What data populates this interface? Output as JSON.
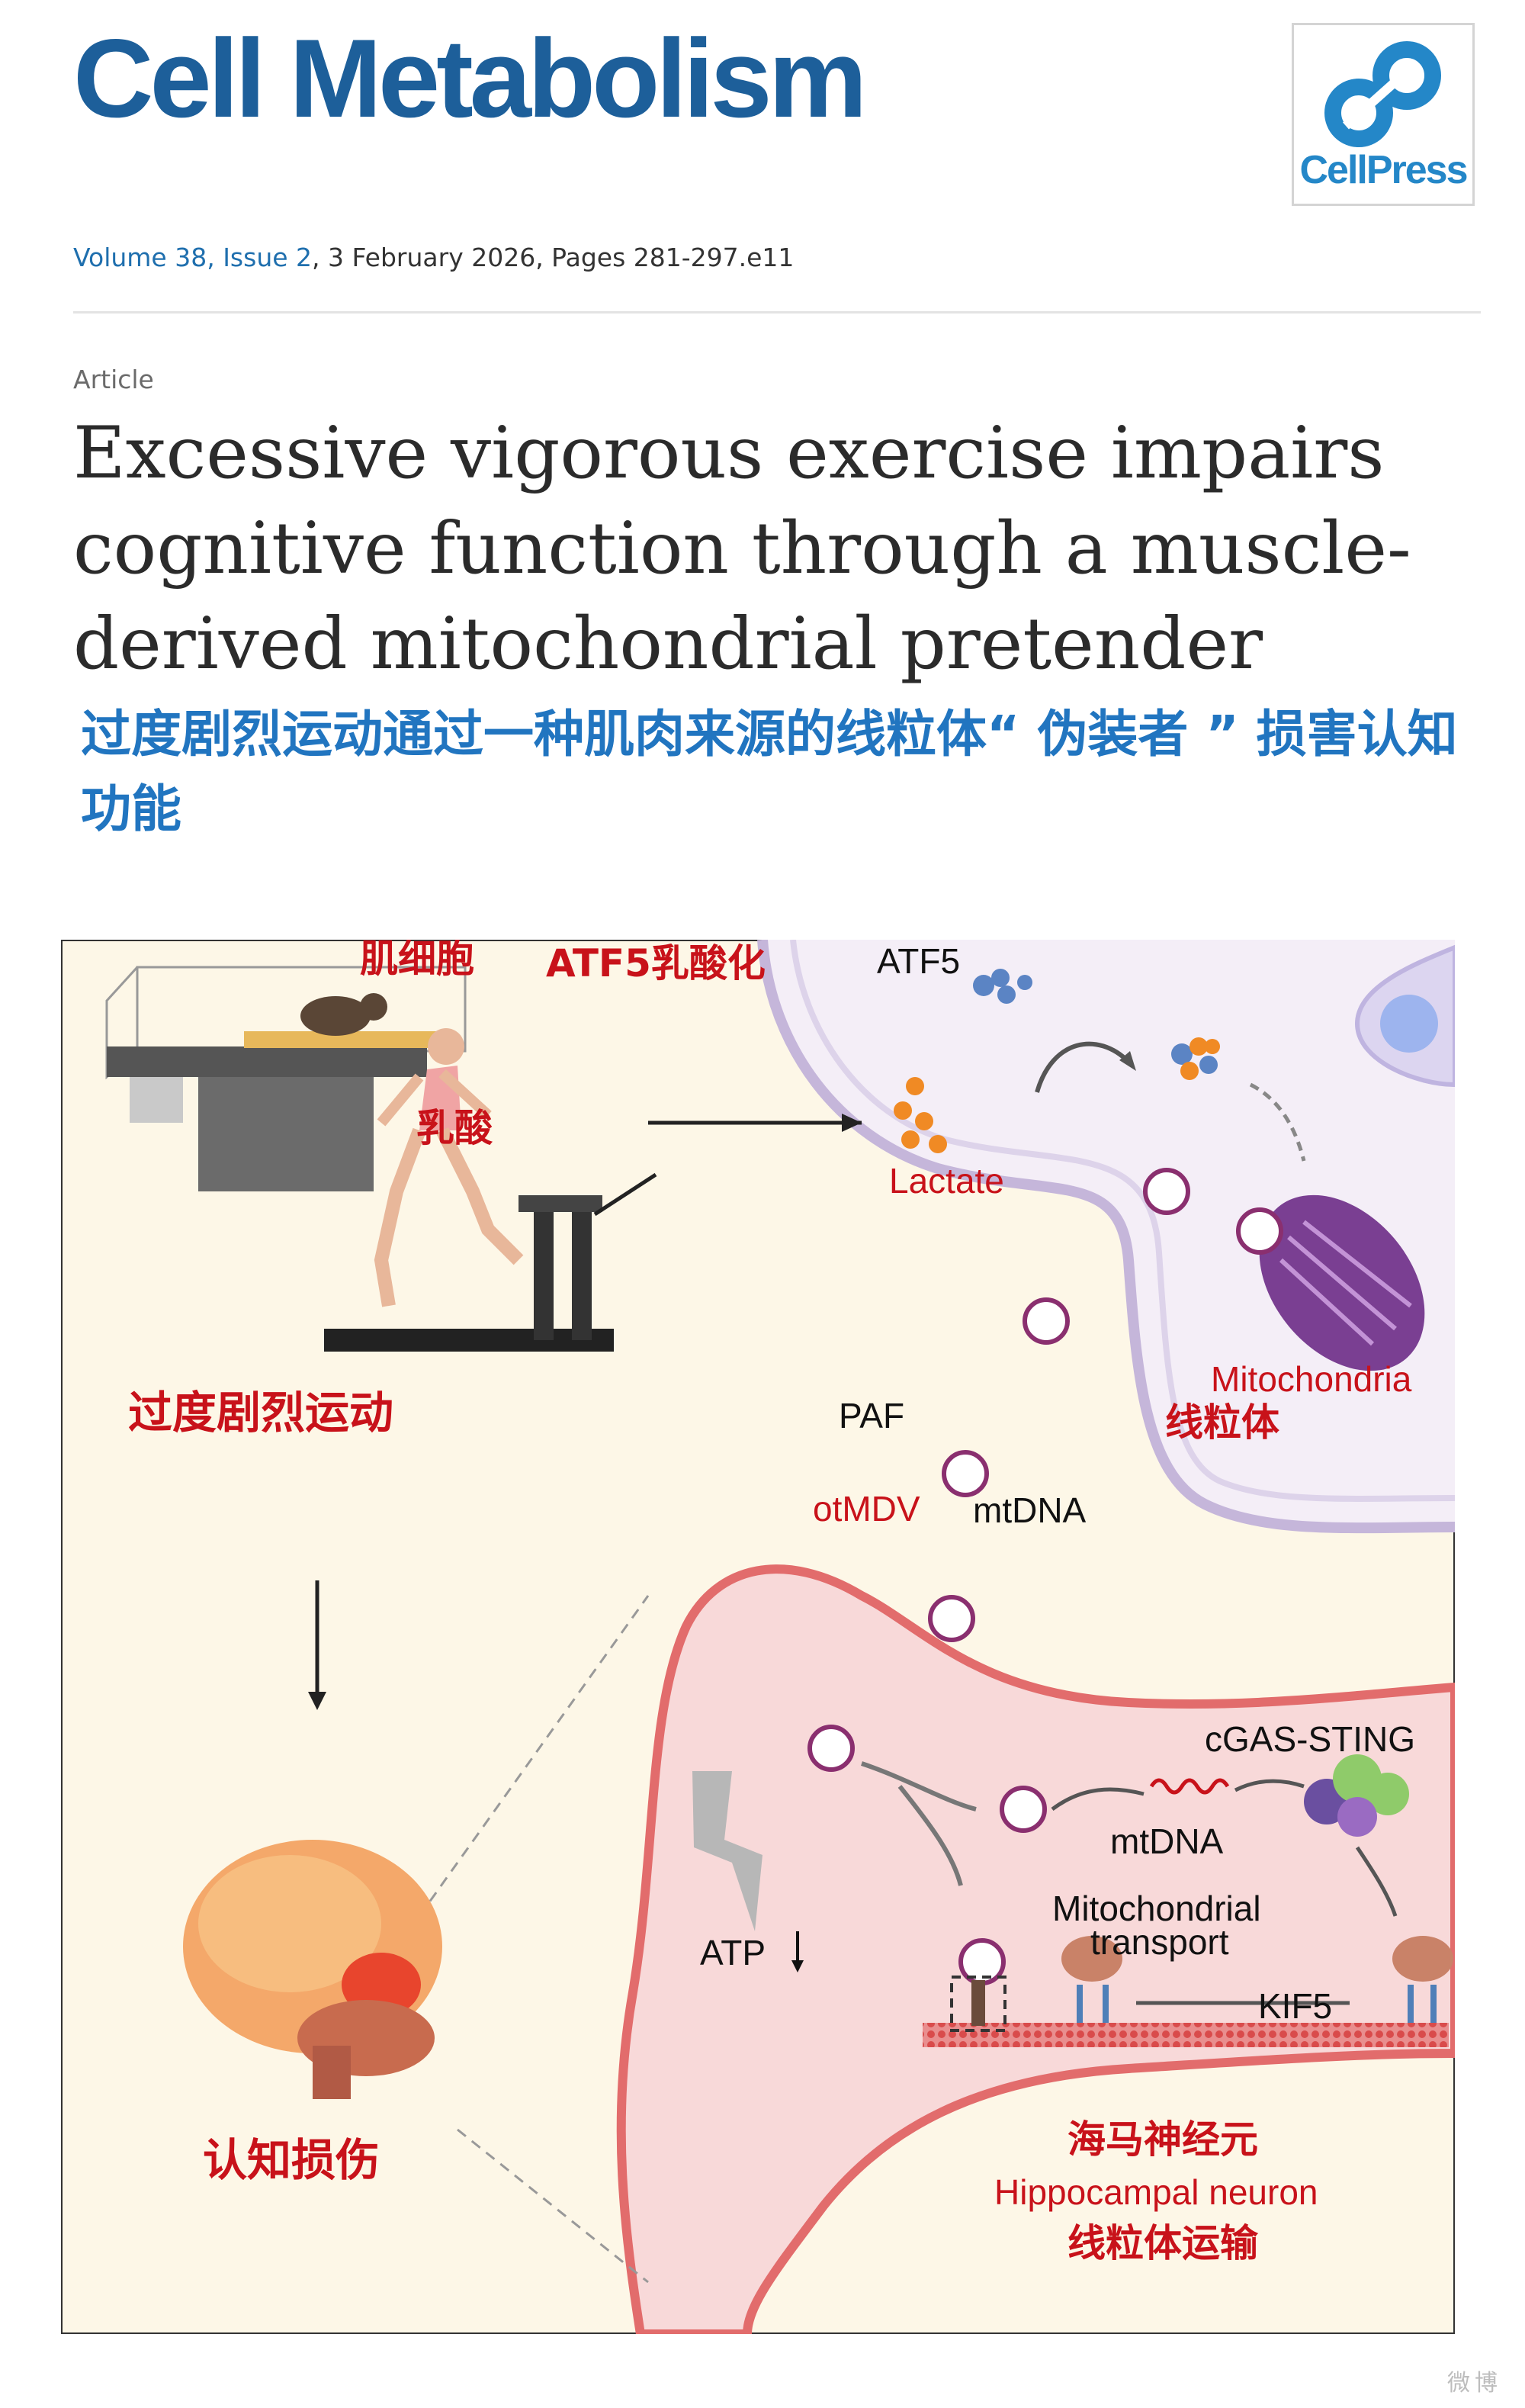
{
  "header": {
    "journal_name": "Cell Metabolism",
    "publisher_logo_text": "CellPress",
    "publisher_logo_icon": "cellpress-link-icon",
    "citation": {
      "volume_issue": "Volume 38, Issue 2",
      "rest": ", 3 February 2026, Pages 281-297.e11"
    }
  },
  "article": {
    "type": "Article",
    "title": "Excessive vigorous exercise impairs cognitive function through a muscle-derived mitochondrial pretender",
    "title_cn": "过度剧烈运动通过一种肌肉来源的线粒体“ 伪装者 ” 损害认知功能"
  },
  "graphical_abstract": {
    "labels": {
      "muscle_cell": "肌细胞",
      "atf5": "ATF5",
      "atf5_lactylation": "ATF5乳酸化",
      "lactate": "Lactate",
      "lactic_acid": "乳酸",
      "excessive_exercise": "过度剧烈运动",
      "mitochondria_en": "Mitochondria",
      "mitochondria_cn": "线粒体",
      "paf": "PAF",
      "otmdv": "otMDV",
      "mtdna_top": "mtDNA",
      "cgas_sting": "cGAS-STING",
      "mtdna_neuron": "mtDNA",
      "atp": "ATP",
      "mito_transport_1": "Mitochondrial",
      "mito_transport_2": "transport",
      "kif5": "KIF5",
      "cognitive_impairment": "认知损伤",
      "hippocampal_cn": "海马神经元",
      "hippocampal_en": "Hippocampal neuron",
      "mito_transport_cn": "线粒体运输"
    },
    "colors": {
      "panel_bg": "#fdf7e7",
      "muscle_cell": "#f4eef7",
      "membrane": "#c5b6da",
      "neuron": "#f8d9d9",
      "neuron_edge": "#e26c6c",
      "label_red": "#c8121a",
      "mitochondria": "#7a3f92"
    }
  },
  "watermark": "微博"
}
